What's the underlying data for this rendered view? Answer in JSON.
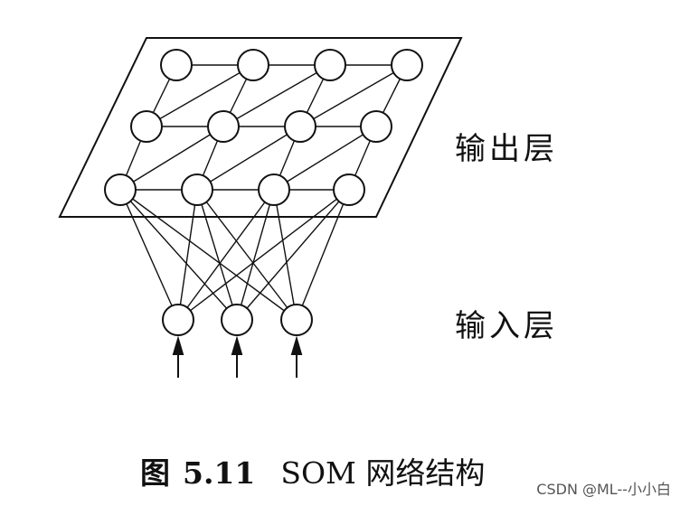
{
  "diagram": {
    "output_layer_label": "输出层",
    "input_layer_label": "输入层"
  },
  "caption": {
    "figure_prefix": "图",
    "figure_number": "5.11",
    "title": "SOM 网络结构"
  },
  "watermark": "CSDN @ML--小小白"
}
